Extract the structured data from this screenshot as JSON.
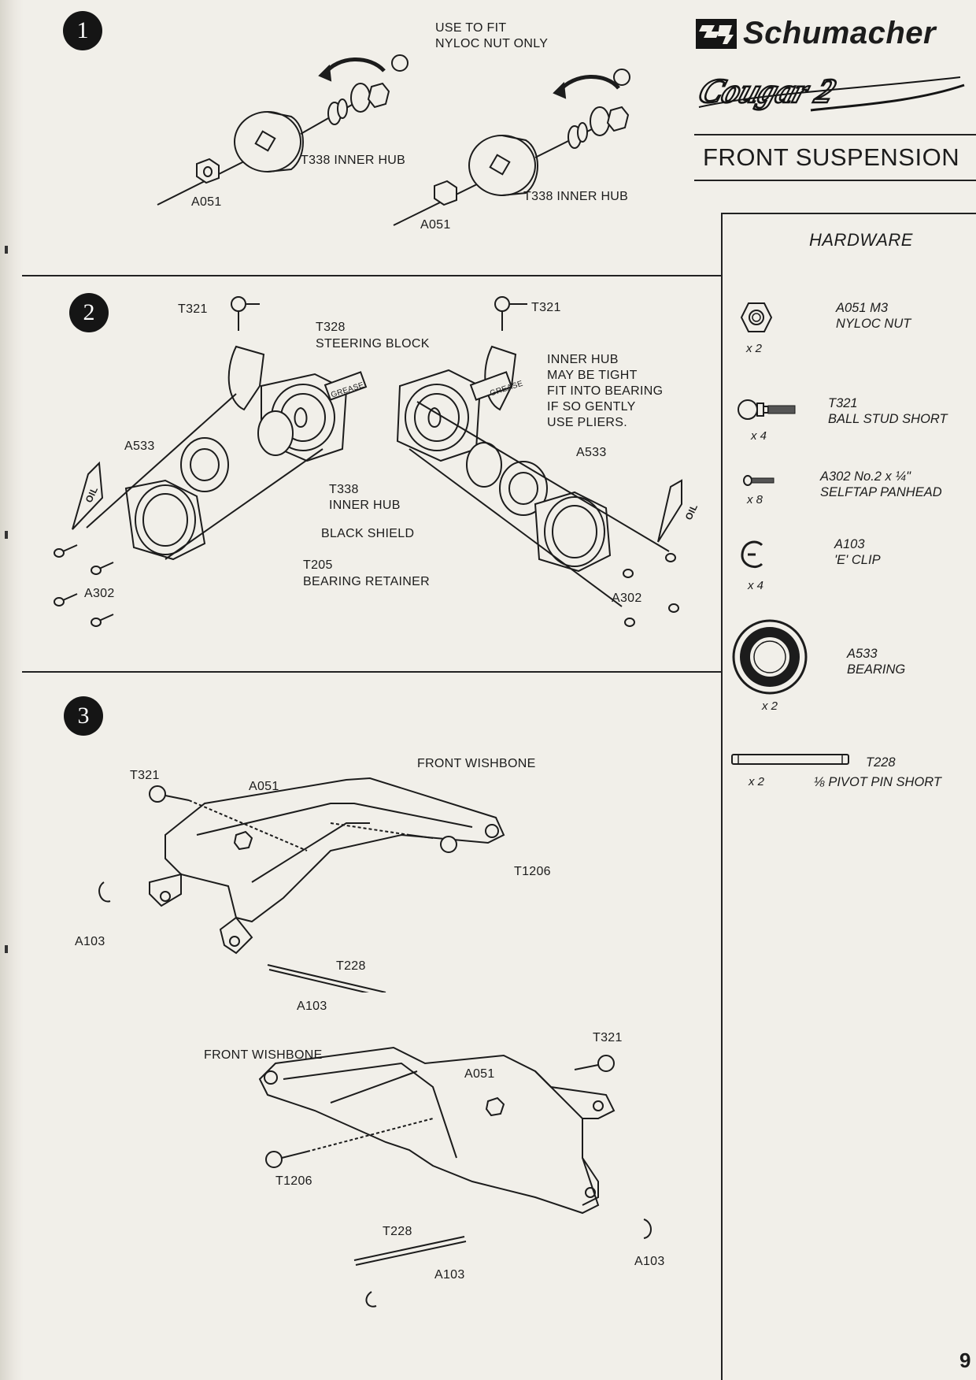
{
  "brand": "Schumacher",
  "model_logo": "Cougar 2",
  "section_title": "FRONT SUSPENSION",
  "page_number": "9",
  "steps": [
    {
      "number": "1"
    },
    {
      "number": "2"
    },
    {
      "number": "3"
    }
  ],
  "step1": {
    "note": [
      "USE TO FIT",
      "NYLOC NUT ONLY"
    ],
    "left_hub": "T338 INNER HUB",
    "left_nut": "A051",
    "right_hub": "T338 INNER HUB",
    "right_nut": "A051"
  },
  "step2": {
    "ball_left": "T321",
    "ball_right": "T321",
    "steering_block": [
      "T328",
      "STEERING BLOCK"
    ],
    "inner_hub_note": [
      "INNER HUB",
      "MAY BE TIGHT",
      "FIT INTO BEARING",
      "IF SO GENTLY",
      "USE PLIERS."
    ],
    "bearing_left": "A533",
    "bearing_right": "A533",
    "inner_hub": [
      "T338",
      "INNER HUB"
    ],
    "black_shield": "BLACK SHIELD",
    "bearing_retainer": [
      "T205",
      "BEARING RETAINER"
    ],
    "screw_left": "A302",
    "screw_right": "A302",
    "grease": "GREASE",
    "oil": "OIL"
  },
  "step3": {
    "upper": {
      "title": "FRONT WISHBONE",
      "ball": "T321",
      "nut": "A051",
      "stud": "T1206",
      "clip_left": "A103",
      "pin": "T228",
      "clip_bottom": "A103"
    },
    "lower": {
      "title": "FRONT WISHBONE",
      "ball": "T321",
      "nut": "A051",
      "stud": "T1206",
      "pin": "T228",
      "clip_bottom": "A103",
      "clip_right": "A103"
    }
  },
  "hardware": {
    "title": "HARDWARE",
    "items": [
      {
        "name": [
          "A051 M3",
          "NYLOC NUT"
        ],
        "qty": "x 2",
        "icon": "hex-nut-icon"
      },
      {
        "name": [
          "T321",
          "BALL STUD SHORT"
        ],
        "qty": "x 4",
        "icon": "ball-stud-icon"
      },
      {
        "name": [
          "A302 No.2 x ¼\"",
          "SELFTAP PANHEAD"
        ],
        "qty": "x 8",
        "icon": "screw-icon"
      },
      {
        "name": [
          "A103",
          "'E' CLIP"
        ],
        "qty": "x 4",
        "icon": "e-clip-icon"
      },
      {
        "name": [
          "A533",
          "BEARING"
        ],
        "qty": "x 2",
        "icon": "bearing-icon"
      },
      {
        "name": [
          "T228",
          "⅛ PIVOT PIN SHORT"
        ],
        "qty": "x 2",
        "icon": "pivot-pin-icon"
      }
    ]
  }
}
